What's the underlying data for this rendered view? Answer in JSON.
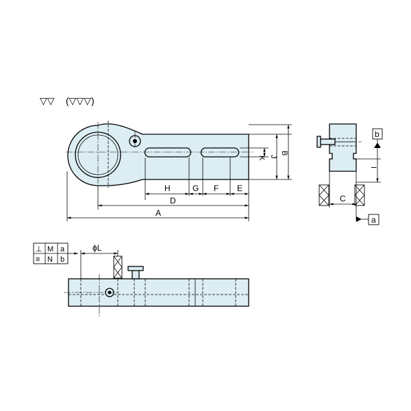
{
  "finish": {
    "symbol_main": "▽▽",
    "symbol_paren": "(▽▽▽)"
  },
  "dimensions": {
    "A": "A",
    "B": "B",
    "C": "C",
    "D": "D",
    "E": "E",
    "F": "F",
    "G": "G",
    "H": "H",
    "I": "I",
    "J": "J",
    "K": "K",
    "L": "ϕL"
  },
  "datums": {
    "a": "a",
    "b": "b"
  },
  "tolerance_frame": {
    "row1": {
      "symbol": "⊥",
      "value": "M",
      "datum": "a"
    },
    "row2": {
      "symbol": "≡",
      "value": "N",
      "datum": "b"
    }
  },
  "colors": {
    "part_fill": "#dcedf3",
    "line": "#000000"
  }
}
